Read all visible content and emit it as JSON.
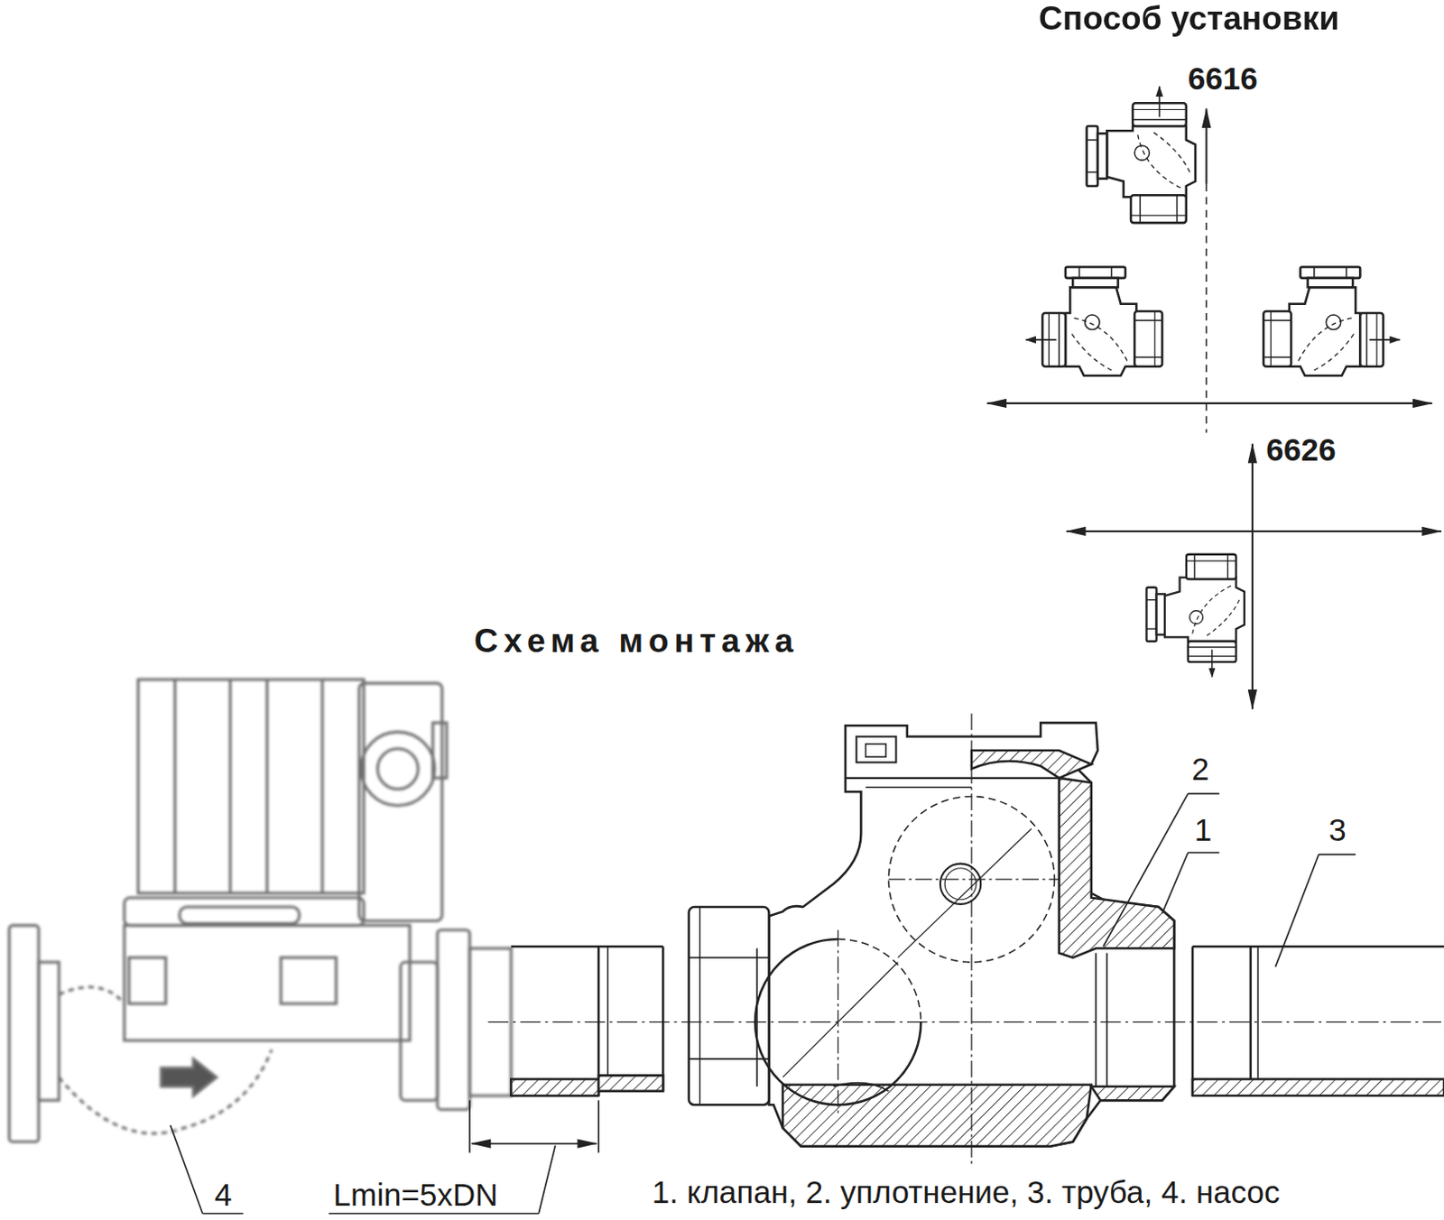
{
  "diagram": {
    "title": "Схема монтажа",
    "caption": "1. клапан, 2. уплотнение, 3. труба, 4. насос",
    "labels": [
      "Способ установки",
      "6616",
      "6626",
      "2",
      "1",
      "3",
      "4",
      "Lmin=5xDN"
    ]
  }
}
